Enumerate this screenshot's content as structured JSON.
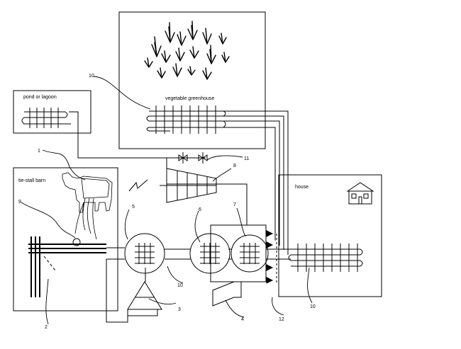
{
  "boxes": {
    "pond": "pond or lagoon",
    "greenhouse": "vegetable greenhouse",
    "barn": "tie-stall barn",
    "house": "house"
  },
  "callouts": {
    "c1": "1",
    "c2": "2",
    "c3": "3",
    "c4": "4",
    "c5": "5",
    "c6": "6",
    "c7": "7",
    "c8": "8",
    "c9": "9",
    "c10_greenhouse": "10",
    "c10_center": "10",
    "c10_house": "10",
    "c11": "11",
    "c12": "12"
  }
}
